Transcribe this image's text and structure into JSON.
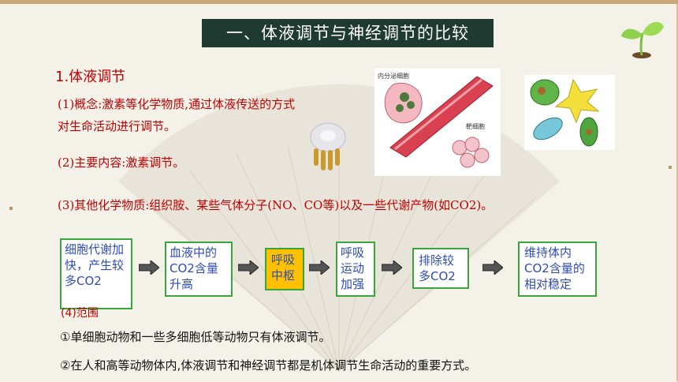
{
  "title": "一、体液调节与神经调节的比较",
  "section_heading": "1.体液调节",
  "concept_line1": "(1)概念:激素等化学物质,通过体液传送的方式",
  "concept_line2": "对生命活动进行调节。",
  "main_content": "(2)主要内容:激素调节。",
  "other_chem": "(3)其他化学物质:组织胺、某些气体分子(NO、CO等)以及一些代谢产物(如CO2)。",
  "figure_labels": {
    "secretory_cell": "内分泌细胞",
    "target_cell": "靶细胞"
  },
  "flow": [
    {
      "text": "细胞代谢加快，产生较多CO2",
      "highlight": false
    },
    {
      "text": "血液中的CO2含量升高",
      "highlight": false
    },
    {
      "text": "呼吸中枢",
      "highlight": true
    },
    {
      "text": "呼吸运动加强",
      "highlight": false
    },
    {
      "text": "排除较多CO2",
      "highlight": false
    },
    {
      "text": "维持体内CO2含量的相对稳定",
      "highlight": false
    }
  ],
  "range_label": "(4)范围",
  "range_item1": "①单细胞动物和一些多细胞低等动物只有体液调节。",
  "range_item2": "②在人和高等动物体内,体液调节和神经调节都是机体调节生命活动的重要方式。",
  "colors": {
    "title_bg": "#1f3a30",
    "accent_red": "#c00000",
    "flow_border": "#3aa53a",
    "flow_text": "#2e4cb3",
    "highlight": "#ffc000"
  }
}
